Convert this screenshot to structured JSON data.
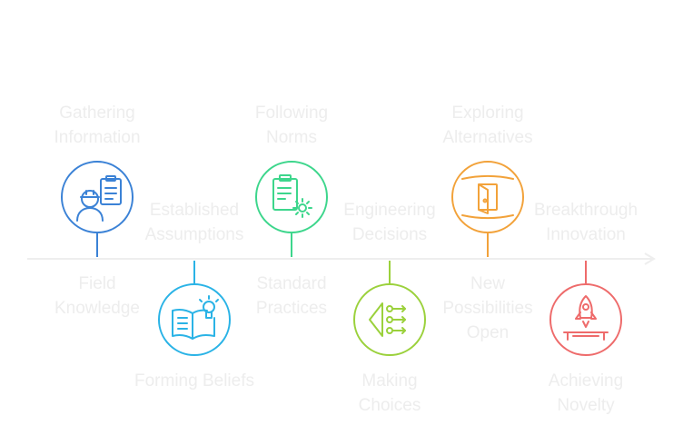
{
  "steps": [
    {
      "title": "Gathering\nInformation",
      "caption": "Field\nKnowledge",
      "color": "#3b82d6",
      "icon": "engineer-clipboard-icon",
      "pos": "top"
    },
    {
      "title": "Forming Beliefs",
      "caption": "Established\nAssumptions",
      "color": "#2ab3e6",
      "icon": "open-book-lightbulb-icon",
      "pos": "bottom"
    },
    {
      "title": "Following\nNorms",
      "caption": "Standard\nPractices",
      "color": "#3dd68c",
      "icon": "clipboard-gear-icon",
      "pos": "top"
    },
    {
      "title": "Making\nChoices",
      "caption": "Engineering\nDecisions",
      "color": "#9bd13c",
      "icon": "decision-branch-icon",
      "pos": "bottom"
    },
    {
      "title": "Exploring\nAlternatives",
      "caption": "New\nPossibilities\nOpen",
      "color": "#f2a23a",
      "icon": "open-door-icon",
      "pos": "top"
    },
    {
      "title": "Achieving\nNovelty",
      "caption": "Breakthrough\nInnovation",
      "color": "#ee6b6b",
      "icon": "rocket-launch-icon",
      "pos": "bottom"
    }
  ],
  "colors": {
    "axis": "#eeeeee",
    "text": "#ededed"
  }
}
